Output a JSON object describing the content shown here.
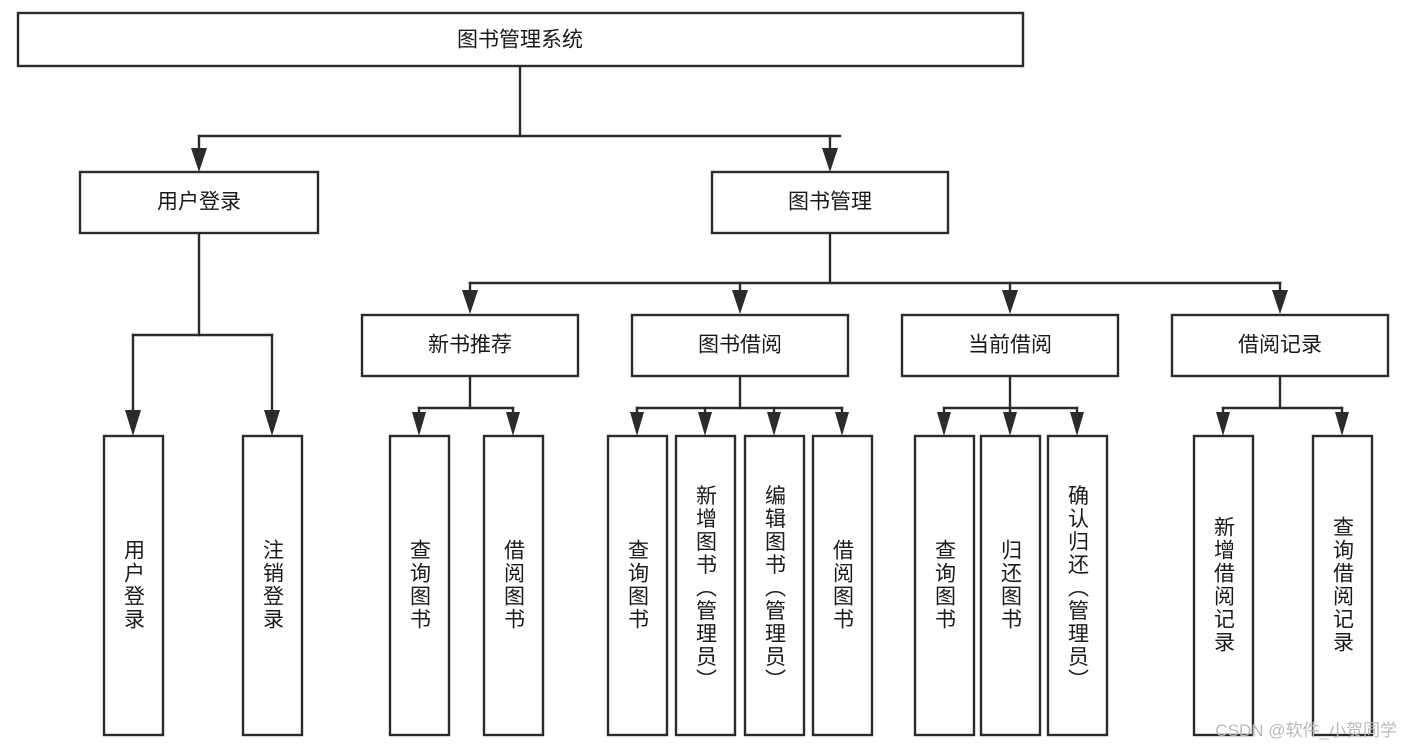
{
  "diagram": {
    "title": "图书管理系统",
    "type": "tree-hierarchy-diagram",
    "colors": {
      "box_stroke": "#2b2b2b",
      "box_fill": "#ffffff",
      "connector": "#2b2b2b",
      "text": "#1a1a1a",
      "background": "#ffffff",
      "watermark": "#b9b9b9"
    },
    "watermark": "CSDN @软件_小贺同学",
    "levels": {
      "root": {
        "label": "图书管理系统"
      },
      "level2": [
        {
          "label": "用户登录"
        },
        {
          "label": "图书管理"
        }
      ],
      "level3": [
        {
          "label": "新书推荐"
        },
        {
          "label": "图书借阅"
        },
        {
          "label": "当前借阅"
        },
        {
          "label": "借阅记录"
        }
      ],
      "leaves": {
        "user_login": [
          {
            "label": "用户登录"
          },
          {
            "label": "注销登录"
          }
        ],
        "new_book_recommend": [
          {
            "label": "查询图书"
          },
          {
            "label": "借阅图书"
          }
        ],
        "book_borrow": [
          {
            "label": "查询图书"
          },
          {
            "label": "新增图书（管理员）"
          },
          {
            "label": "编辑图书（管理员）"
          },
          {
            "label": "借阅图书"
          }
        ],
        "current_borrow": [
          {
            "label": "查询图书"
          },
          {
            "label": "归还图书"
          },
          {
            "label": "确认归还（管理员）"
          }
        ],
        "borrow_record": [
          {
            "label": "新增借阅记录"
          },
          {
            "label": "查询借阅记录"
          }
        ]
      }
    }
  }
}
